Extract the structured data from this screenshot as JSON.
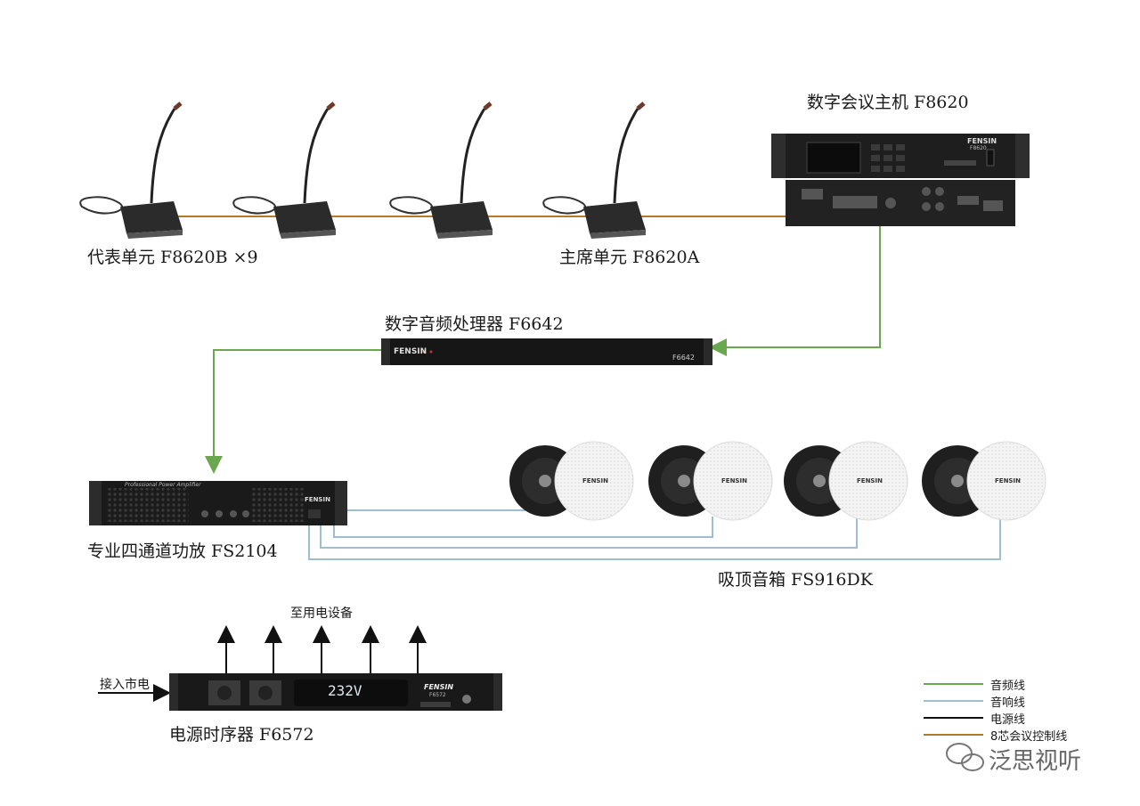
{
  "colors": {
    "audio_line": "#6aa84f",
    "speaker_line": "#9fbdd0",
    "power_line": "#111111",
    "control_line": "#b07a2a"
  },
  "labels": {
    "host": "数字会议主机 F8620",
    "delegate": "代表单元 F8620B ×9",
    "chairman": "主席单元 F8620A",
    "dsp": "数字音频处理器 F6642",
    "amp": "专业四通道功放 FS2104",
    "speakers": "吸顶音箱 FS916DK",
    "to_devices": "至用电设备",
    "mains_in": "接入市电",
    "sequencer": "电源时序器 F6572"
  },
  "device_text": {
    "host_brand": "FENSIN",
    "host_model": "F8620",
    "dsp_brand": "FENSIN",
    "dsp_model": "F6642",
    "amp_title": "Professional Power Amplifier",
    "amp_brand": "FENSIN",
    "speaker_brand": "FENSIN",
    "seq_display": "232V",
    "seq_brand": "FENSIN",
    "seq_model": "F6572"
  },
  "legend": [
    {
      "label": "音频线",
      "color": "#6aa84f"
    },
    {
      "label": "音响线",
      "color": "#9fbdd0"
    },
    {
      "label": "电源线",
      "color": "#111111"
    },
    {
      "label": "8芯会议控制线",
      "color": "#b07a2a"
    }
  ],
  "watermark": "泛思视听"
}
